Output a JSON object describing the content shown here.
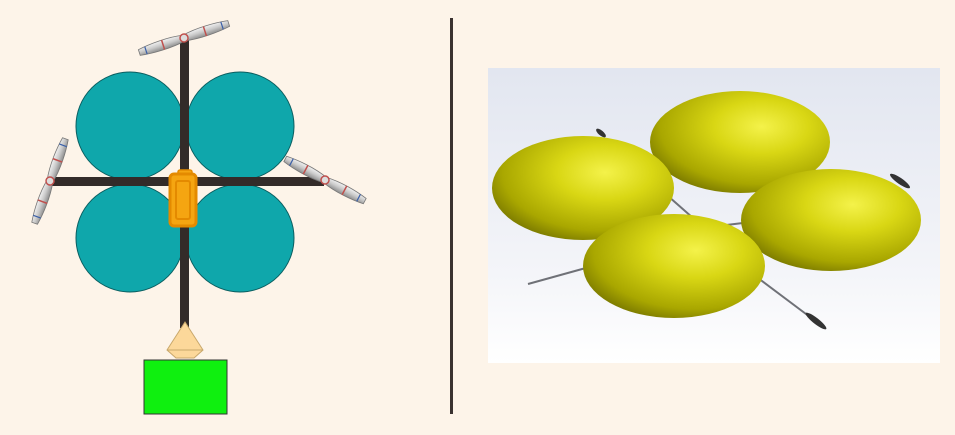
{
  "diagram": {
    "left_schematic": {
      "balloons": [
        {
          "name": "balloon-top-left"
        },
        {
          "name": "balloon-top-right"
        },
        {
          "name": "balloon-bottom-left"
        },
        {
          "name": "balloon-bottom-right"
        }
      ],
      "propellers": [
        "top",
        "left",
        "right"
      ],
      "colors": {
        "balloon_fill": "#0fa7ab",
        "frame": "#332b29",
        "battery_fill": "#f5a511",
        "battery_stroke": "#e48a00",
        "mount_fill": "#fcd89a",
        "payload_fill": "#0ff00f"
      }
    },
    "right_render": {
      "balloons": [
        "back-left",
        "back-center",
        "right",
        "front"
      ],
      "colors": {
        "balloon_main": "#d4d20d",
        "balloon_dark": "#6b6a00",
        "background_top": "#e2e6f0",
        "background_bottom": "#ffffff"
      }
    }
  }
}
